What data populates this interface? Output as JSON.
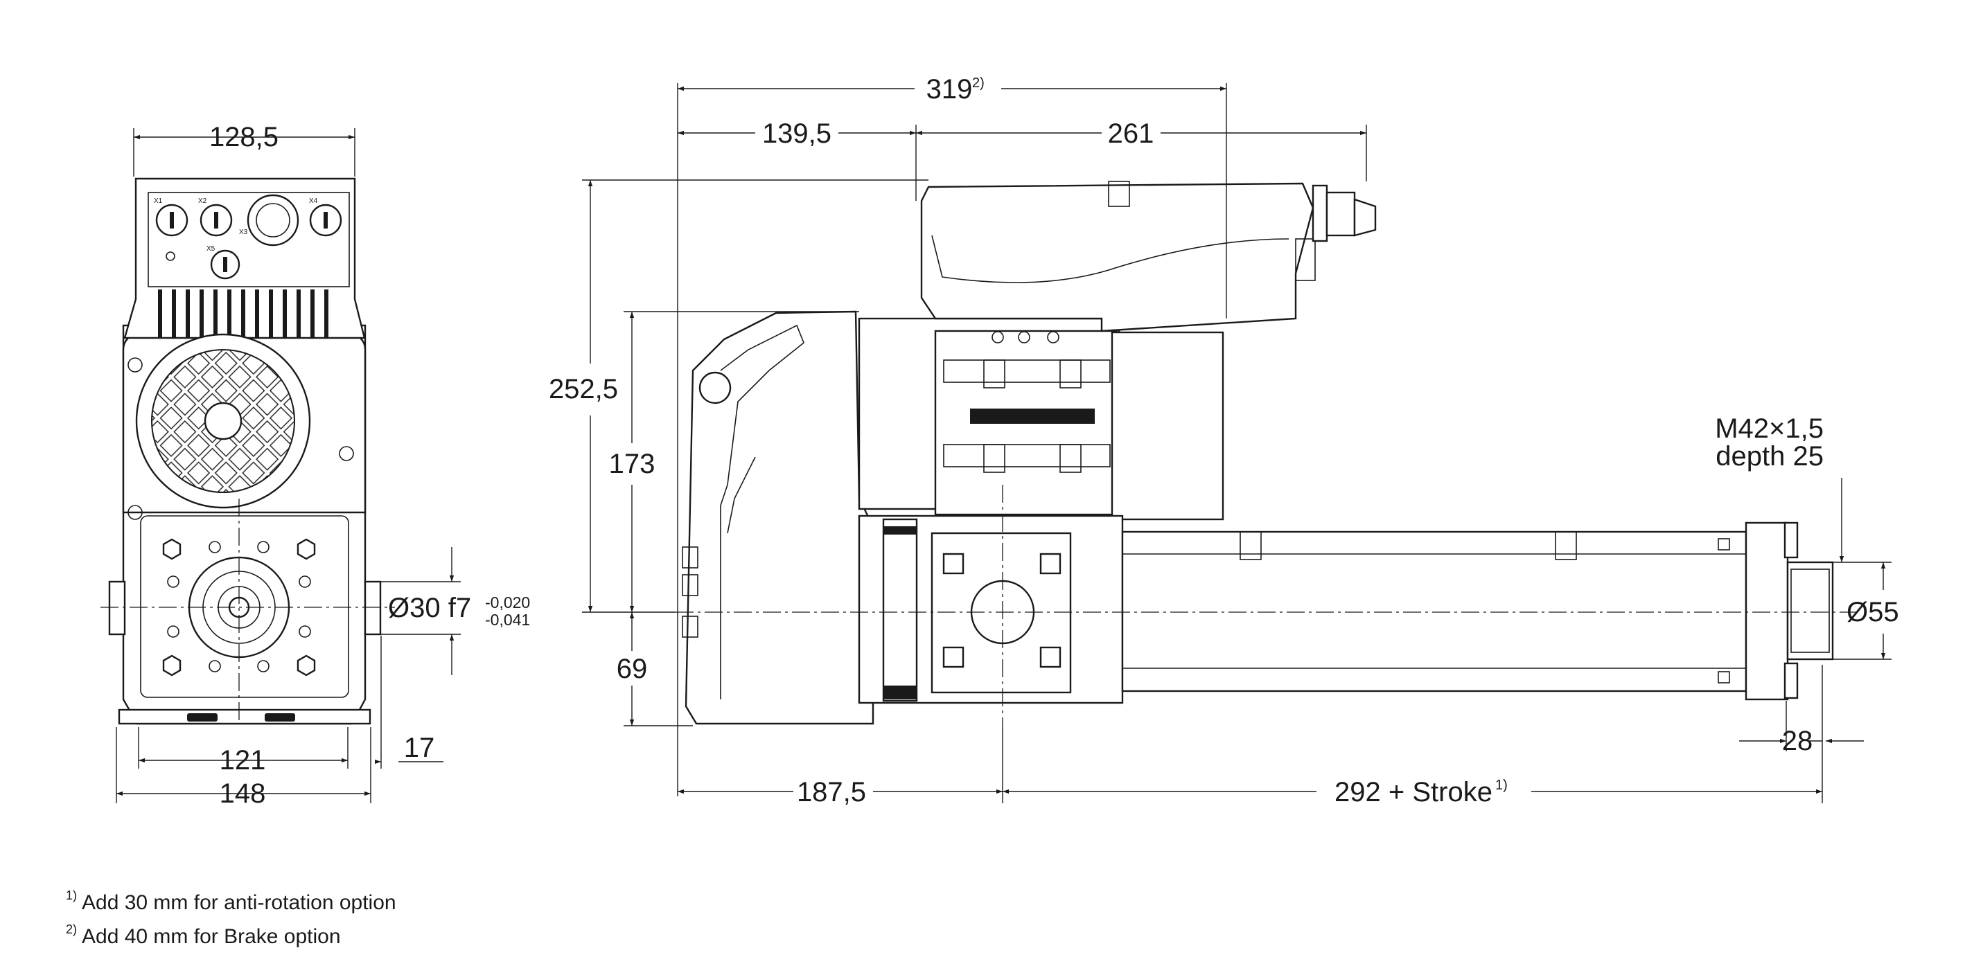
{
  "dimensions": {
    "front_width_top": "128,5",
    "front_width_inner": "121",
    "front_width_total": "148",
    "front_offset": "17",
    "shaft_diameter": "Ø30 f7",
    "shaft_tol_upper": "-0,020",
    "shaft_tol_lower": "-0,041",
    "side_total_length": "319",
    "side_total_length_note": "2)",
    "side_rear_length": "139,5",
    "side_motor_length": "261",
    "side_total_height": "252,5",
    "side_upper_height": "173",
    "side_lower_height": "69",
    "side_rear_to_axis": "187,5",
    "side_stroke_length": "292 + Stroke",
    "side_stroke_note": "1)",
    "rod_diameter": "Ø55",
    "rod_end_length": "28",
    "thread_line1": "M42×1,5",
    "thread_line2": "depth 25"
  },
  "notes": [
    {
      "mark": "1)",
      "text": "Add 30 mm for anti-rotation option"
    },
    {
      "mark": "2)",
      "text": "Add 40 mm for Brake option"
    }
  ],
  "terminal_labels": [
    "X1",
    "X2",
    "X3",
    "X4",
    "X5"
  ]
}
